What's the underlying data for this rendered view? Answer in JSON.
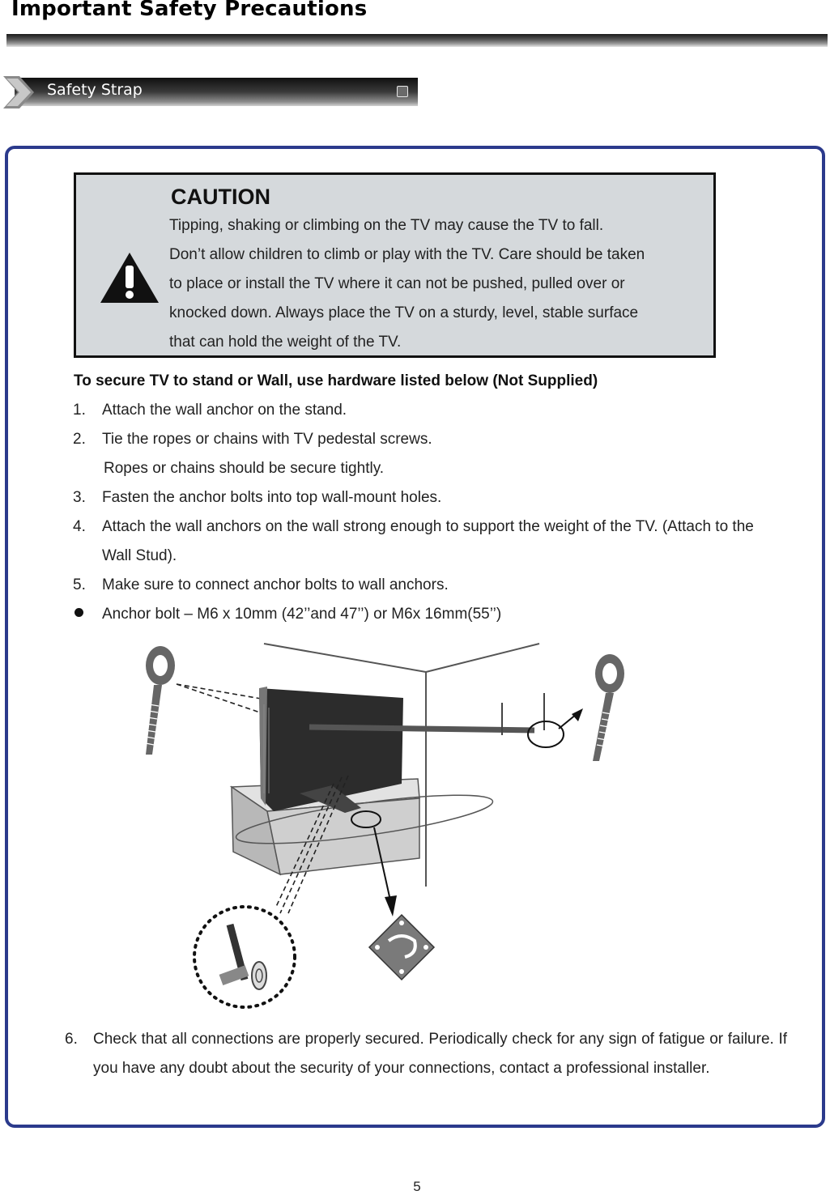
{
  "header": {
    "title": "Important Safety Precautions"
  },
  "section": {
    "label": "Safety Strap"
  },
  "caution": {
    "title": "CAUTION",
    "lines": [
      "Tipping, shaking or climbing on the TV may cause the TV to fall.",
      "Don’t allow children to climb or play with the TV. Care should be taken",
      "to place or install the TV where it can not be pushed, pulled over or",
      "knocked down. Always place the TV on a sturdy, level, stable surface",
      "that can hold the weight of the TV."
    ]
  },
  "instructions": {
    "intro": "To secure TV to stand or Wall, use hardware listed below (Not Supplied)",
    "steps": [
      {
        "num": "1.",
        "text": "Attach the wall anchor on the stand."
      },
      {
        "num": "2.",
        "text": "Tie the ropes or chains with TV pedestal screws.",
        "sub": "Ropes or chains should be secure tightly."
      },
      {
        "num": "3.",
        "text": "Fasten the anchor bolts into top wall-mount holes."
      },
      {
        "num": "4.",
        "text": "Attach the wall anchors on the wall strong enough to support the weight of the TV. (Attach to the",
        "cont": "Wall Stud)."
      },
      {
        "num": "5.",
        "text": "Make sure to connect anchor bolts to wall anchors."
      }
    ],
    "bullet": "Anchor bolt – M6 x 10mm (42’’and 47’’) or M6x 16mm(55’’)",
    "step6": {
      "num": "6.",
      "text": "Check that all connections are properly secured. Periodically check for any sign of fatigue or failure. If you have any doubt about the security of your connections, contact a professional installer."
    }
  },
  "footer": {
    "page_number": "5"
  },
  "colors": {
    "frame_border": "#2b3a8c",
    "caution_bg": "#d5d9dc"
  },
  "icons": [
    "warning-triangle-icon",
    "section-arrow-icon",
    "square-box-icon"
  ]
}
